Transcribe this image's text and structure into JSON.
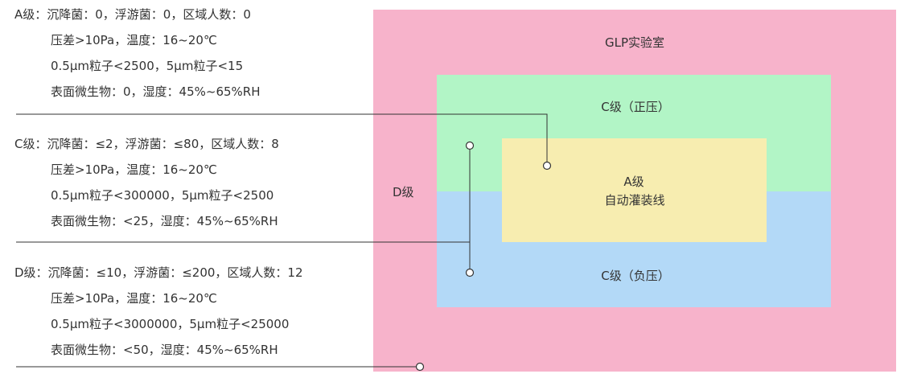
{
  "colors": {
    "d_zone": "#f7b3cb",
    "c_positive_zone": "#b2f5c6",
    "c_negative_zone": "#b3d9f7",
    "a_zone": "#f7edb0",
    "line": "#333333"
  },
  "specs": {
    "a_grade": {
      "line1": "A级：沉降菌：0，浮游菌：0，区域人数：0",
      "line2": "压差>10Pa，温度：16~20℃",
      "line3": "0.5μm粒子<2500，5μm粒子<15",
      "line4": "表面微生物：0，湿度：45%~65%RH"
    },
    "c_grade": {
      "line1": "C级：沉降菌：≤2，浮游菌：≤80，区域人数：8",
      "line2": "压差>10Pa，温度：16~20℃",
      "line3": "0.5μm粒子<300000，5μm粒子<2500",
      "line4": "表面微生物：<25，湿度：45%~65%RH"
    },
    "d_grade": {
      "line1": "D级：沉降菌：≤10，浮游菌：≤200，区域人数：12",
      "line2": "压差>10Pa，温度：16~20℃",
      "line3": "0.5μm粒子<3000000，5μm粒子<25000",
      "line4": "表面微生物：<50，湿度：45%~65%RH"
    }
  },
  "zones": {
    "glp_label": "GLP实验室",
    "d_label": "D级",
    "c_positive_label": "C级（正压）",
    "c_negative_label": "C级（负压）",
    "a_label_line1": "A级",
    "a_label_line2": "自动灌装线"
  }
}
